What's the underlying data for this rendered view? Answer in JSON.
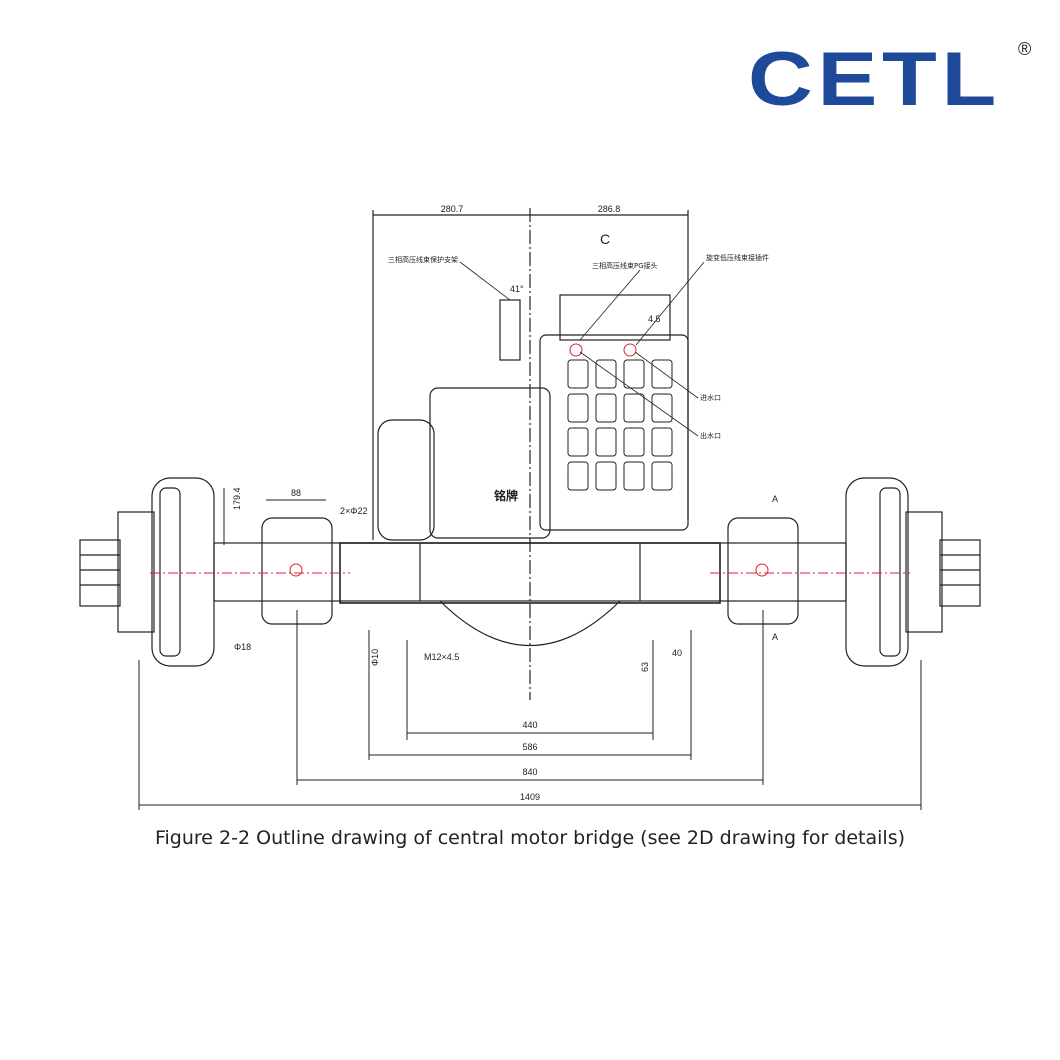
{
  "logo": {
    "text": "CETL",
    "registered": "®",
    "color": "#1f4a9a"
  },
  "caption": "Figure 2-2 Outline drawing of central motor bridge (see 2D drawing for details)",
  "dimensions": {
    "top_left": "280.7",
    "top_right": "286.8",
    "section_mark": "C",
    "angle": "41°",
    "d440": "440",
    "d586": "586",
    "d840": "840",
    "d1409": "1409",
    "d88": "88",
    "d179": "179.4",
    "hole_left": "2×Φ22",
    "phi18": "Φ18",
    "phi10": "Φ10",
    "thread": "M12×4.5",
    "d63": "63",
    "d40": "40",
    "section_a_top": "A",
    "section_a_bottom": "A",
    "d45": "4.5"
  },
  "callouts": {
    "hv_bracket": "三相高压线束保护支架",
    "hv_connector": "三相高压线束PG接头",
    "lv_connector": "旋变低压线束接插件",
    "inlet": "进水口",
    "outlet": "出水口",
    "brand_plate": "铭牌"
  }
}
